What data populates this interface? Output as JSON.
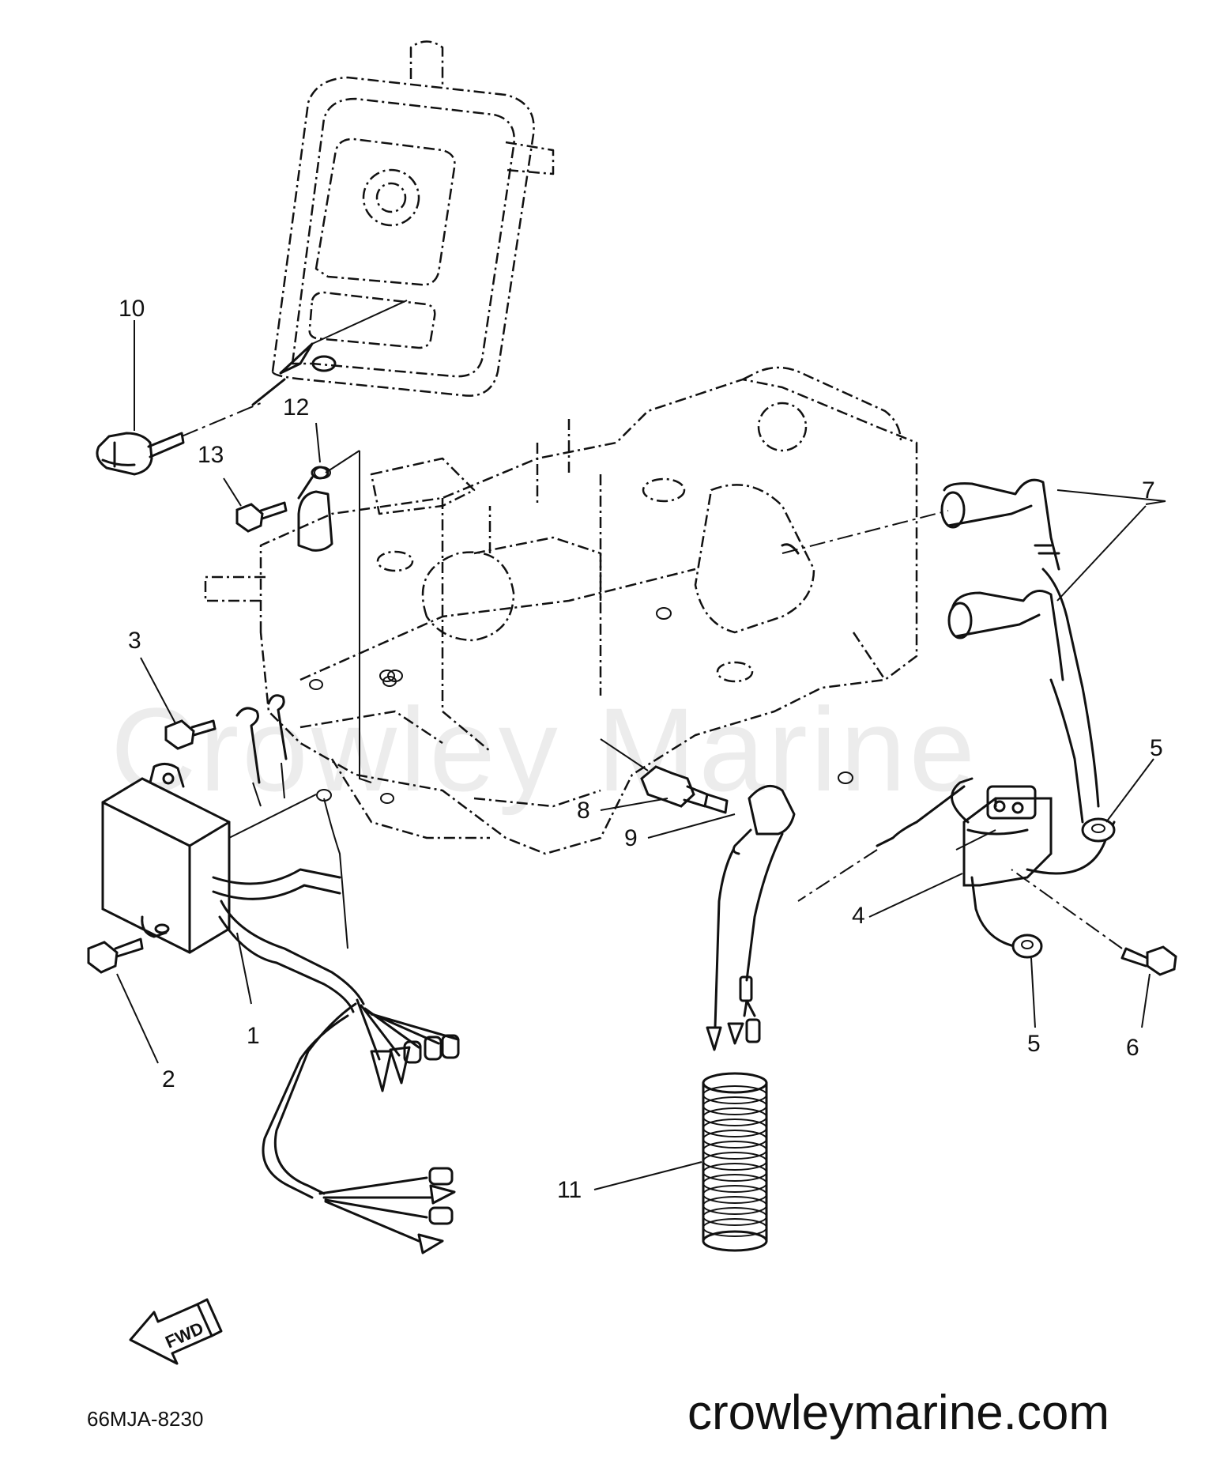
{
  "watermark": "Crowley Marine",
  "callouts": {
    "p1": "1",
    "p2": "2",
    "p3": "3",
    "p4": "4",
    "p5a": "5",
    "p5b": "5",
    "p6": "6",
    "p7": "7",
    "p8": "8",
    "p9": "9",
    "p10": "10",
    "p11": "11",
    "p12": "12",
    "p13": "13"
  },
  "fwd_label": "FWD",
  "diagram_code": "66MJA-8230",
  "site_url": "crowleymarine.com",
  "icons": {
    "forward-arrow": "fwd-arrow-icon"
  }
}
